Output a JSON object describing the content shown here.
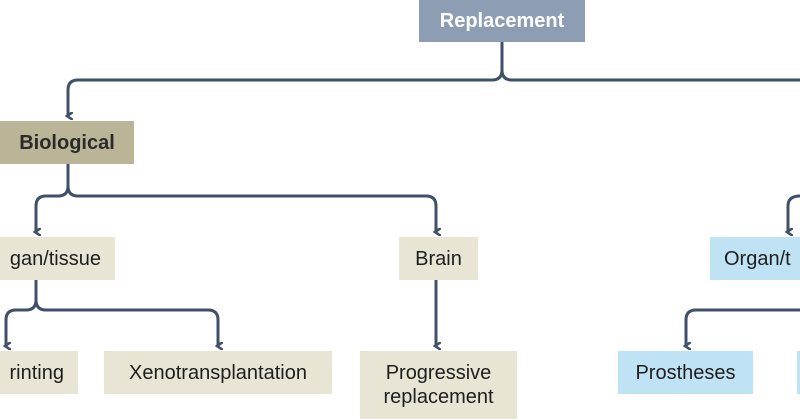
{
  "diagram": {
    "root": {
      "label": "Replacement"
    },
    "biological": {
      "label": "Biological",
      "children": {
        "organ_tissue": {
          "label": "gan/tissue"
        },
        "brain": {
          "label": "Brain"
        }
      },
      "organ_tissue_children": {
        "printing": {
          "label": "rinting"
        },
        "xenotransplantation": {
          "label": "Xenotransplantation"
        }
      },
      "brain_children": {
        "progressive_replacement": {
          "line1": "Progressive",
          "line2": "replacement"
        }
      }
    },
    "mechanical": {
      "organ_tissue": {
        "label": "Organ/t"
      },
      "children": {
        "prostheses": {
          "label": "Prostheses"
        }
      }
    }
  },
  "colors": {
    "connector": "#3f5068",
    "root_fill": "#8d9db3",
    "category_fill": "#b9b596",
    "biological_fill": "#e9e5d5",
    "mechanical_fill": "#bfe3f4"
  }
}
